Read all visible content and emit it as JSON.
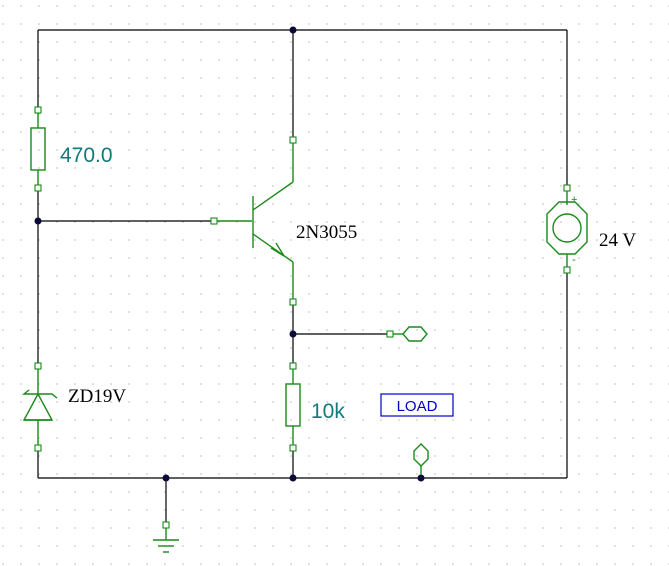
{
  "components": {
    "r1": {
      "label": "470.0"
    },
    "transistor": {
      "label": "2N3055"
    },
    "source": {
      "label": "24 V",
      "plus": "+",
      "minus": "-"
    },
    "zener": {
      "label": "ZD19V"
    },
    "r2": {
      "label": "10k"
    },
    "load": {
      "label": "LOAD"
    }
  },
  "colors": {
    "wire": "#000000",
    "component": "#1a8a1a",
    "value_label": "#127a7a",
    "node": "#0a0a3a",
    "load_label": "#0000cc",
    "grid_dot": "#c8c8c8"
  }
}
